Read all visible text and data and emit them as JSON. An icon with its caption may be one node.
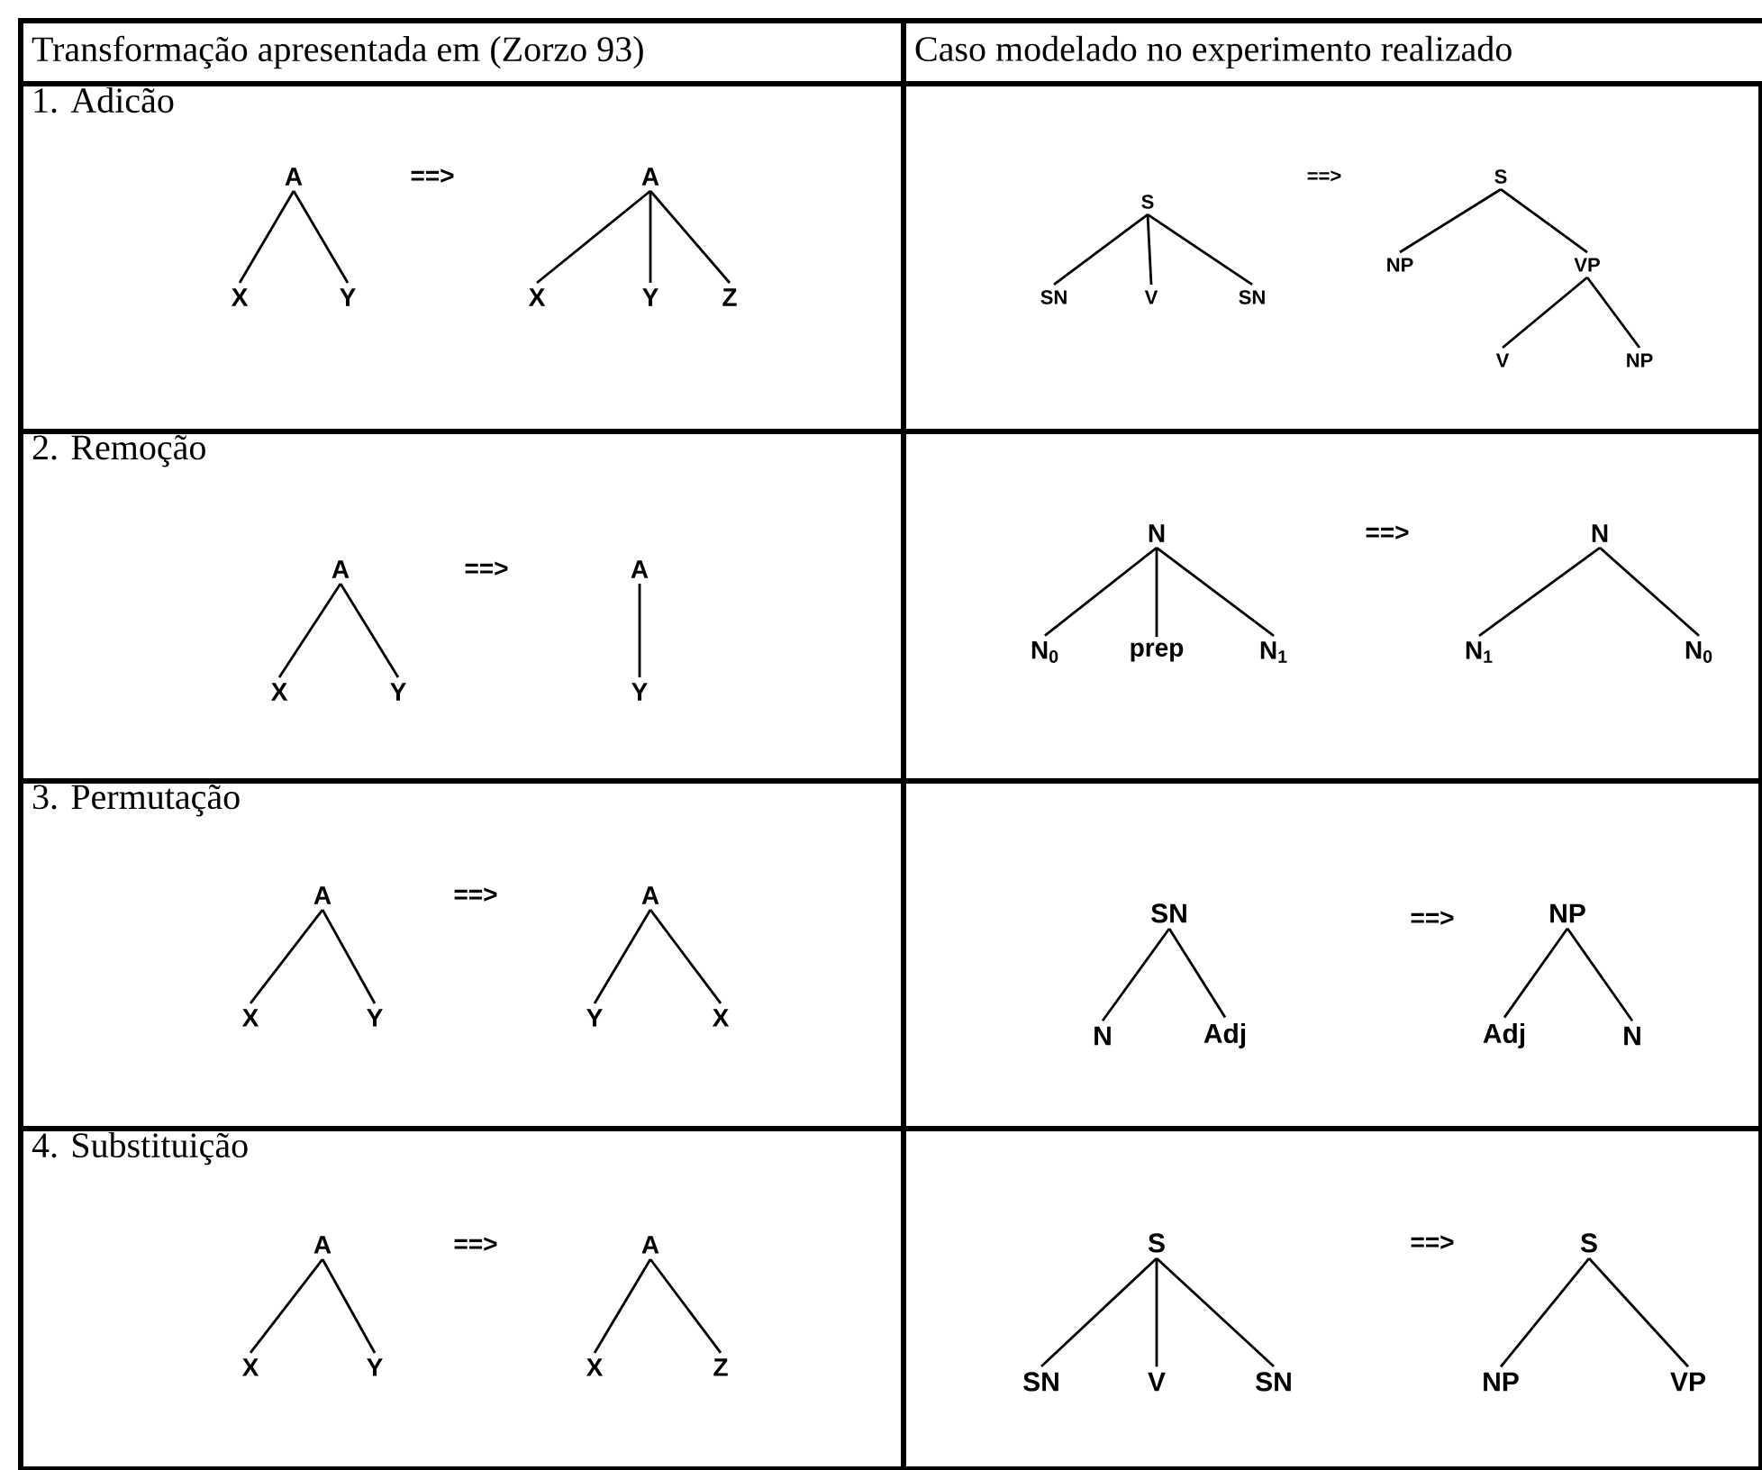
{
  "diagram": {
    "nodes": [
      {
        "text": [
          "Transformação apresentada em (Zorzo 93)"
        ]
      },
      {
        "text": [
          "Caso modelado no experimento realizado"
        ]
      },
      {
        "text": [
          "1. Adicão"
        ]
      },
      {
        "text": [
          "A"
        ],
        "in": 2
      },
      {
        "text": [
          "X"
        ],
        "in": 2
      },
      {
        "text": [
          "Y"
        ],
        "in": 2
      },
      {
        "text": [
          "A"
        ],
        "in": 2
      },
      {
        "text": [
          "X"
        ],
        "in": 2
      },
      {
        "text": [
          "Y"
        ],
        "in": 2
      },
      {
        "text": [
          "Z"
        ],
        "in": 2
      },
      {
        "text": [],
        "shape": "box"
      },
      {
        "text": [
          "S"
        ],
        "in": 10
      },
      {
        "text": [
          "SN"
        ],
        "in": 10
      },
      {
        "text": [
          "V"
        ],
        "in": 10
      },
      {
        "text": [
          "SN"
        ],
        "in": 10
      },
      {
        "text": [
          "S"
        ],
        "in": 10
      },
      {
        "text": [
          "NP"
        ],
        "in": 10
      },
      {
        "text": [
          "VP"
        ],
        "in": 10
      },
      {
        "text": [
          "V"
        ],
        "in": 10
      },
      {
        "text": [
          "NP"
        ],
        "in": 10
      },
      {
        "text": [
          "2. Remoção"
        ]
      },
      {
        "text": [
          "A"
        ],
        "in": 20
      },
      {
        "text": [
          "X"
        ],
        "in": 20
      },
      {
        "text": [
          "Y"
        ],
        "in": 20
      },
      {
        "text": [
          "A"
        ],
        "in": 20
      },
      {
        "text": [
          "Y"
        ],
        "in": 20
      },
      {
        "text": [],
        "shape": "box"
      },
      {
        "text": [
          "N"
        ],
        "in": 26
      },
      {
        "text": [
          "N$_{0}$"
        ],
        "in": 26
      },
      {
        "text": [
          "prep"
        ],
        "in": 26
      },
      {
        "text": [
          "N$_{1}$"
        ],
        "in": 26
      },
      {
        "text": [
          "N"
        ],
        "in": 26
      },
      {
        "text": [
          "N$_{1}$"
        ],
        "in": 26
      },
      {
        "text": [
          "N$_{0}$"
        ],
        "in": 26
      },
      {
        "text": [
          "3. Permutação"
        ]
      },
      {
        "text": [
          "A"
        ],
        "in": 34
      },
      {
        "text": [
          "X"
        ],
        "in": 34
      },
      {
        "text": [
          "Y"
        ],
        "in": 34
      },
      {
        "text": [
          "A"
        ],
        "in": 34
      },
      {
        "text": [
          "Y"
        ],
        "in": 34
      },
      {
        "text": [
          "X"
        ],
        "in": 34
      },
      {
        "text": [],
        "shape": "box"
      },
      {
        "text": [
          "SN"
        ],
        "in": 41
      },
      {
        "text": [
          "N"
        ],
        "in": 41
      },
      {
        "text": [
          "Adj"
        ],
        "in": 41
      },
      {
        "text": [
          "NP"
        ],
        "in": 41
      },
      {
        "text": [
          "Adj"
        ],
        "in": 41
      },
      {
        "text": [
          "N"
        ],
        "in": 41
      },
      {
        "text": [
          "4. Substituição"
        ]
      },
      {
        "text": [
          "A"
        ],
        "in": 48
      },
      {
        "text": [
          "X"
        ],
        "in": 48
      },
      {
        "text": [
          "Y"
        ],
        "in": 48
      },
      {
        "text": [
          "A"
        ],
        "in": 48
      },
      {
        "text": [
          "X"
        ],
        "in": 48
      },
      {
        "text": [
          "Z"
        ],
        "in": 48
      },
      {
        "text": [],
        "shape": "box"
      },
      {
        "text": [
          "S"
        ],
        "in": 55
      },
      {
        "text": [
          "SN"
        ],
        "in": 55
      },
      {
        "text": [
          "V"
        ],
        "in": 55
      },
      {
        "text": [
          "SN"
        ],
        "in": 55
      },
      {
        "text": [
          "S"
        ],
        "in": 55
      },
      {
        "text": [
          "NP"
        ],
        "in": 55
      },
      {
        "text": [
          "VP"
        ],
        "in": 55
      }
    ],
    "edges": [
      {
        "from": 3,
        "to": 4,
        "arrow": "none"
      },
      {
        "from": 3,
        "to": 5,
        "arrow": "none"
      },
      {
        "from": 6,
        "to": 7,
        "arrow": "none"
      },
      {
        "from": 6,
        "to": 8,
        "arrow": "none"
      },
      {
        "from": 6,
        "to": 9,
        "arrow": "none"
      },
      {
        "from": 11,
        "to": 12,
        "arrow": "none"
      },
      {
        "from": 11,
        "to": 13,
        "arrow": "none"
      },
      {
        "from": 11,
        "to": 14,
        "arrow": "none"
      },
      {
        "from": 15,
        "to": 16,
        "arrow": "none"
      },
      {
        "from": 15,
        "to": 17,
        "arrow": "none"
      },
      {
        "from": 17,
        "to": 18,
        "arrow": "none"
      },
      {
        "from": 17,
        "to": 19,
        "arrow": "none"
      },
      {
        "from": 21,
        "to": 22,
        "arrow": "none"
      },
      {
        "from": 21,
        "to": 23,
        "arrow": "none"
      },
      {
        "from": 24,
        "to": 25,
        "arrow": "none"
      },
      {
        "from": 27,
        "to": 28,
        "arrow": "none"
      },
      {
        "from": 27,
        "to": 29,
        "arrow": "none"
      },
      {
        "from": 27,
        "to": 30,
        "arrow": "none"
      },
      {
        "from": 31,
        "to": 32,
        "arrow": "none"
      },
      {
        "from": 31,
        "to": 33,
        "arrow": "none"
      },
      {
        "from": 35,
        "to": 36,
        "arrow": "none"
      },
      {
        "from": 35,
        "to": 37,
        "arrow": "none"
      },
      {
        "from": 38,
        "to": 39,
        "arrow": "none"
      },
      {
        "from": 38,
        "to": 40,
        "arrow": "none"
      },
      {
        "from": 42,
        "to": 43,
        "arrow": "none"
      },
      {
        "from": 42,
        "to": 44,
        "arrow": "none"
      },
      {
        "from": 45,
        "to": 46,
        "arrow": "none"
      },
      {
        "from": 45,
        "to": 47,
        "arrow": "none"
      },
      {
        "from": 49,
        "to": 50,
        "arrow": "none"
      },
      {
        "from": 49,
        "to": 51,
        "arrow": "none"
      },
      {
        "from": 52,
        "to": 53,
        "arrow": "none"
      },
      {
        "from": 52,
        "to": 54,
        "arrow": "none"
      },
      {
        "from": 56,
        "to": 57,
        "arrow": "none"
      },
      {
        "from": 56,
        "to": 58,
        "arrow": "none"
      },
      {
        "from": 56,
        "to": 59,
        "arrow": "none"
      },
      {
        "from": 60,
        "to": 61,
        "arrow": "none"
      },
      {
        "from": 60,
        "to": 62,
        "arrow": "none"
      }
    ],
    "labels": [
      "==>",
      "==>",
      "==>",
      "==>",
      "==>",
      "==>",
      "==>",
      "==>"
    ]
  }
}
